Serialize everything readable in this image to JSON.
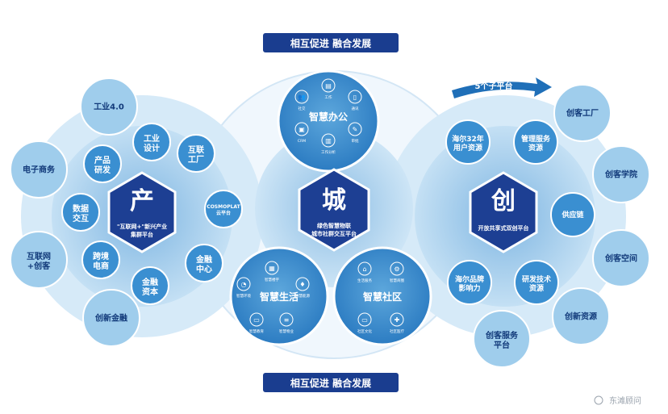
{
  "banner_top": "相互促进  融合发展",
  "banner_bottom": "相互促进  融合发展",
  "arrow_label": "5个子平台",
  "watermark": "东滩顾问",
  "left": {
    "hex_title": "产",
    "hex_subtitle_1": "\"互联网+\"新兴产业",
    "hex_subtitle_2": "集群平台",
    "inner": [
      {
        "l1": "工业",
        "l2": "设计"
      },
      {
        "l1": "互联",
        "l2": "工厂"
      },
      {
        "l1": "COSMOPLAT",
        "l2": "云平台"
      },
      {
        "l1": "金融",
        "l2": "中心"
      },
      {
        "l1": "金融",
        "l2": "资本"
      },
      {
        "l1": "跨境",
        "l2": "电商"
      },
      {
        "l1": "数据",
        "l2": "交互"
      },
      {
        "l1": "产品",
        "l2": "研发"
      }
    ],
    "outer": [
      {
        "l1": "工业4.0",
        "l2": ""
      },
      {
        "l1": "电子商务",
        "l2": ""
      },
      {
        "l1": "互联网",
        "l2": "+创客"
      },
      {
        "l1": "创新金融",
        "l2": ""
      }
    ]
  },
  "center": {
    "hex_title": "城",
    "hex_subtitle_1": "绿色智慧物联",
    "hex_subtitle_2": "城市社群交互平台",
    "office": {
      "title": "智慧办公",
      "icons": [
        {
          "name": "people-icon",
          "label": "社交",
          "glyph": "👥"
        },
        {
          "name": "document-icon",
          "label": "工作",
          "glyph": "▤"
        },
        {
          "name": "phone-icon",
          "label": "通讯",
          "glyph": "▯"
        },
        {
          "name": "briefcase-icon",
          "label": "CRM",
          "glyph": "▣"
        },
        {
          "name": "chart-icon",
          "label": "工作分析",
          "glyph": "▥"
        },
        {
          "name": "edit-icon",
          "label": "审批",
          "glyph": "✎"
        }
      ]
    },
    "life": {
      "title": "智慧生活",
      "icons": [
        {
          "name": "building-icon",
          "label": "智慧楼宇",
          "glyph": "▦"
        },
        {
          "name": "gauge-icon",
          "label": "智慧环境",
          "glyph": "◔"
        },
        {
          "name": "drop-icon",
          "label": "智慧能源",
          "glyph": "♦"
        },
        {
          "name": "book-icon",
          "label": "智慧教育",
          "glyph": "▭"
        },
        {
          "name": "list-icon",
          "label": "智慧物业",
          "glyph": "≡"
        }
      ]
    },
    "community": {
      "title": "智慧社区",
      "icons": [
        {
          "name": "home-icon",
          "label": "生活服务",
          "glyph": "⌂"
        },
        {
          "name": "gear-icon",
          "label": "智慧商圈",
          "glyph": "⚙"
        },
        {
          "name": "book-icon",
          "label": "社区文化",
          "glyph": "▭"
        },
        {
          "name": "medkit-icon",
          "label": "社区医疗",
          "glyph": "✚"
        }
      ]
    }
  },
  "right": {
    "hex_title": "创",
    "hex_subtitle_1": "开放共享式双创平台",
    "hex_subtitle_2": "",
    "inner": [
      {
        "l1": "海尔32年",
        "l2": "用户资源"
      },
      {
        "l1": "管理服务",
        "l2": "资源"
      },
      {
        "l1": "供应链",
        "l2": ""
      },
      {
        "l1": "研发技术",
        "l2": "资源"
      },
      {
        "l1": "海尔品牌",
        "l2": "影响力"
      }
    ],
    "outer": [
      {
        "l1": "创客工厂",
        "l2": ""
      },
      {
        "l1": "创客学院",
        "l2": ""
      },
      {
        "l1": "创客空间",
        "l2": ""
      },
      {
        "l1": "创新资源",
        "l2": ""
      },
      {
        "l1": "创客服务",
        "l2": "平台"
      }
    ]
  },
  "colors": {
    "navy": "#1c3a8c",
    "blue": "#1f6fb8",
    "light_ring": "#a9cfec",
    "bubble": "#9fcdec",
    "pale": "#dcedf9",
    "banner": "#1a3d8f"
  }
}
